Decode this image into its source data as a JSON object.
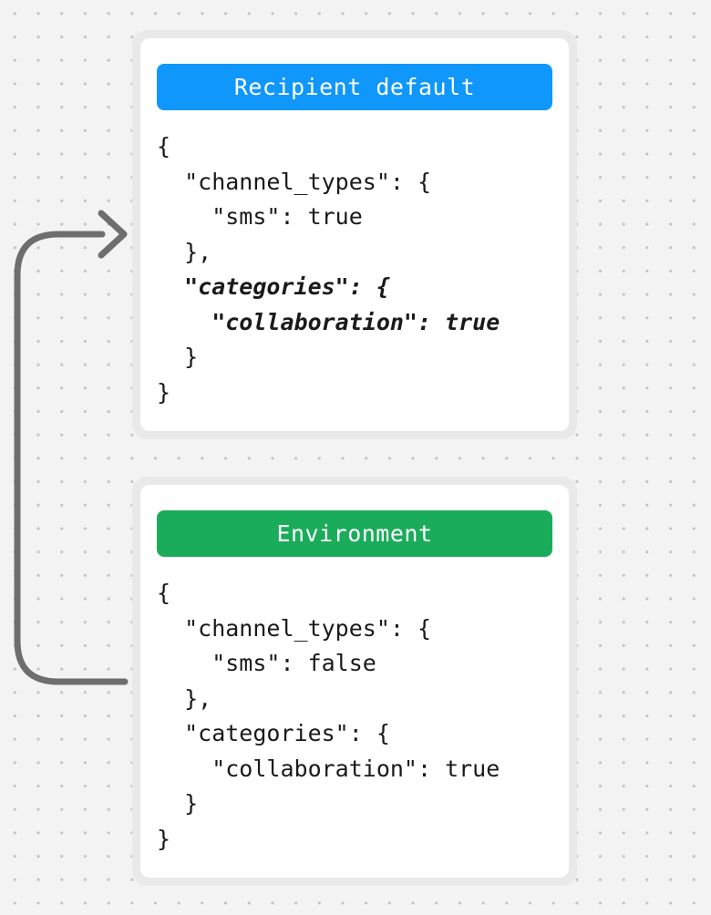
{
  "canvas": {
    "background_color": "#f3f3f3",
    "dot_color": "#c2c2c2"
  },
  "arrow": {
    "name": "environment-to-recipient-default-arrow",
    "color": "#6e6e6e"
  },
  "cards": [
    {
      "title": "Recipient default",
      "title_bg": "#1097fc",
      "code_lines": [
        {
          "text": "{",
          "emphasis": false
        },
        {
          "text": "  \"channel_types\": {",
          "emphasis": false
        },
        {
          "text": "    \"sms\": true",
          "emphasis": false
        },
        {
          "text": "  },",
          "emphasis": false
        },
        {
          "text": "  \"categories\": {",
          "emphasis": true
        },
        {
          "text": "    \"collaboration\": true",
          "emphasis": true
        },
        {
          "text": "  }",
          "emphasis": false
        },
        {
          "text": "}",
          "emphasis": false
        }
      ]
    },
    {
      "title": "Environment",
      "title_bg": "#1bac5b",
      "code_lines": [
        {
          "text": "{",
          "emphasis": false
        },
        {
          "text": "  \"channel_types\": {",
          "emphasis": false
        },
        {
          "text": "    \"sms\": false",
          "emphasis": false
        },
        {
          "text": "  },",
          "emphasis": false
        },
        {
          "text": "  \"categories\": {",
          "emphasis": false
        },
        {
          "text": "    \"collaboration\": true",
          "emphasis": false
        },
        {
          "text": "  }",
          "emphasis": false
        },
        {
          "text": "}",
          "emphasis": false
        }
      ]
    }
  ]
}
